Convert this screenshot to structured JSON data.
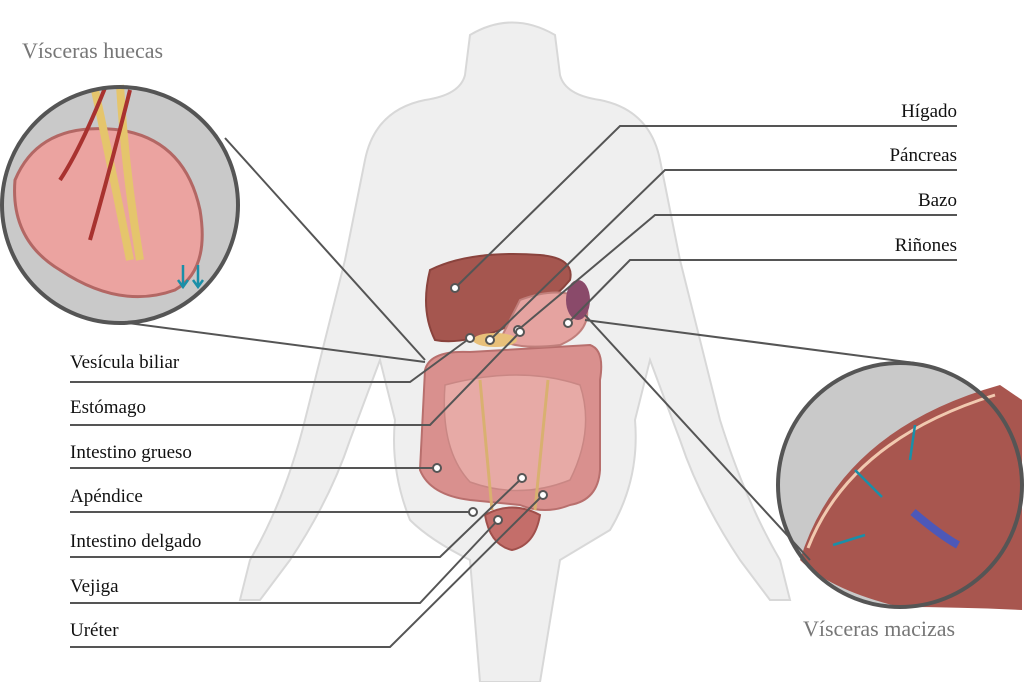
{
  "titles": {
    "hollow": "Vísceras huecas",
    "solid": "Vísceras macizas"
  },
  "right_labels": [
    "Hígado",
    "Páncreas",
    "Bazo",
    "Riñones"
  ],
  "left_labels": [
    "Vesícula biliar",
    "Estómago",
    "Intestino grueso",
    "Apéndice",
    "Intestino delgado",
    "Vejiga",
    "Uréter"
  ],
  "colors": {
    "body": "#efefef",
    "organ": "#d9908e",
    "liver": "#a5564f",
    "arrow": "#1a8fa8"
  }
}
